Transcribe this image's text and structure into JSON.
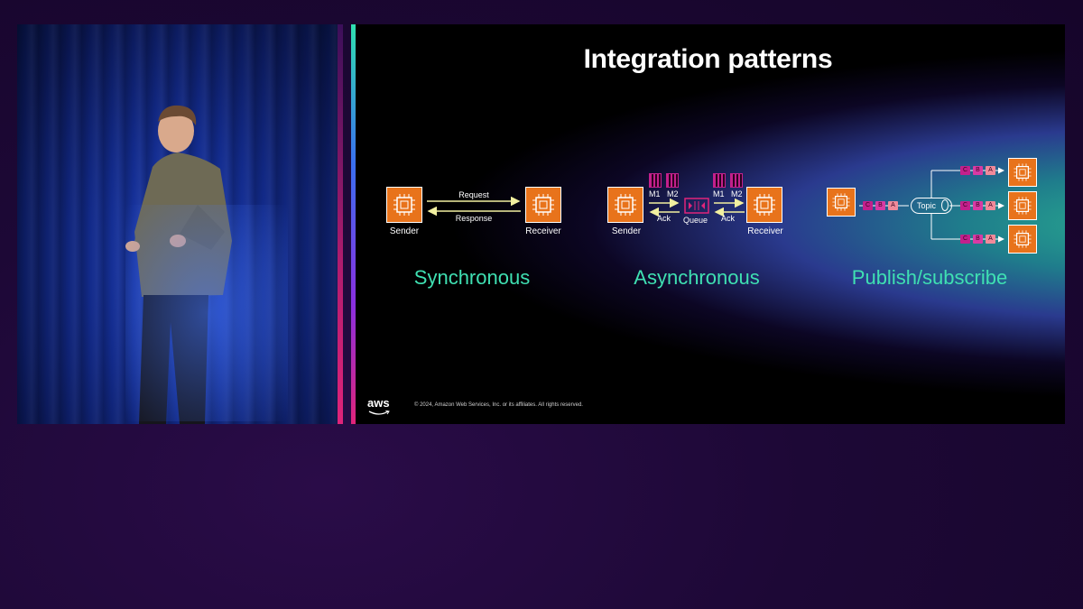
{
  "slide": {
    "title": "Integration patterns",
    "copyright": "© 2024, Amazon Web Services, Inc. or its affiliates. All rights reserved.",
    "logo_text": "aws"
  },
  "synchronous": {
    "label": "Synchronous",
    "sender": "Sender",
    "receiver": "Receiver",
    "request": "Request",
    "response": "Response"
  },
  "asynchronous": {
    "label": "Asynchronous",
    "sender": "Sender",
    "receiver": "Receiver",
    "queue": "Queue",
    "m1_left": "M1",
    "m2_left": "M2",
    "m1_right": "M1",
    "m2_right": "M2",
    "ack_left": "Ack",
    "ack_right": "Ack"
  },
  "pubsub": {
    "label": "Publish/subscribe",
    "topic": "Topic",
    "messages": [
      "C",
      "B",
      "A"
    ]
  },
  "colors": {
    "accent_green": "#3fe0b2",
    "compute_orange": "#e8731b",
    "arrow_yellow": "#f2f0a0",
    "message_magenta": "#c3208c"
  }
}
